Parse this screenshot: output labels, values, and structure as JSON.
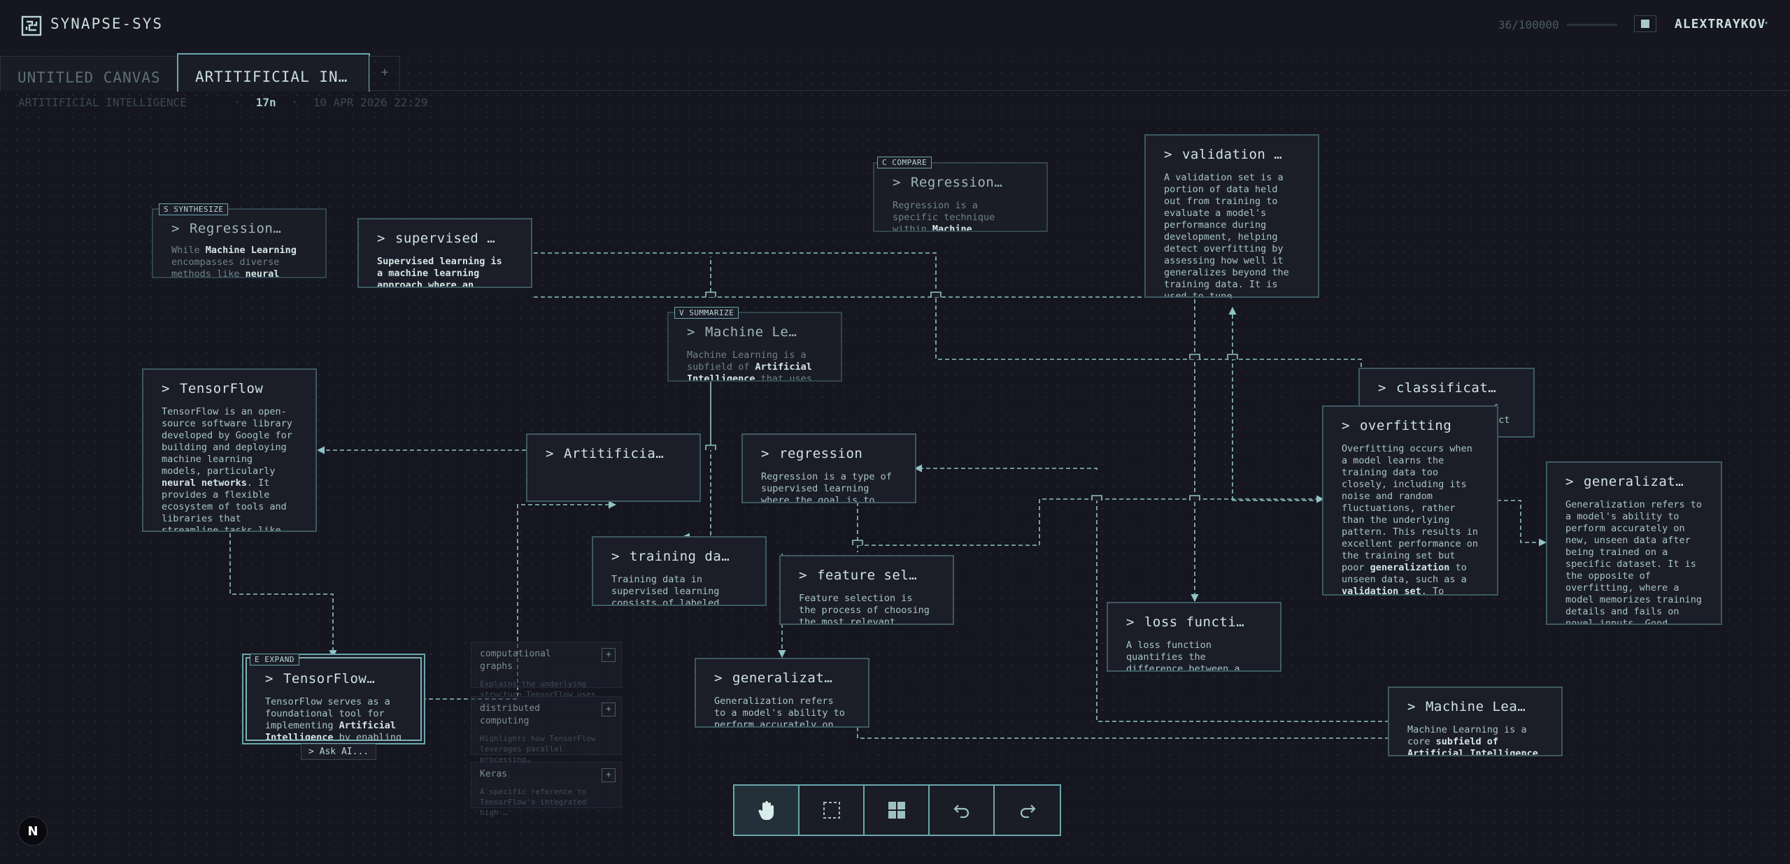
{
  "app": {
    "brand": "SYNAPSE-SYS",
    "counter": "36/100000",
    "user": "ALEXTRAYKOV",
    "user_caret": "▾"
  },
  "tabs": [
    {
      "label": "UNTITLED CANVAS",
      "active": false
    },
    {
      "label": "ARTITIFICIAL IN…",
      "active": true
    }
  ],
  "tab_add": "+",
  "meta": {
    "title": "ARTITIFICIAL INTELLIGENCE",
    "sep": "·",
    "count": "17n",
    "date": "10 APR 2026 22:29"
  },
  "chevron": ">",
  "nodes": {
    "regression_synth": {
      "badge": "S SYNTHESIZE",
      "title": "Regression…",
      "body": "While <b>Machine Learning</b> encompasses diverse methods like <b>neural networks</b> and"
    },
    "supervised": {
      "title": "supervised …",
      "body": "<b>Supervised learning is a machine learning approach where an algorithm learns</b>"
    },
    "regression_compare": {
      "badge": "C COMPARE",
      "title": "Regression…",
      "body": "Regression is a specific technique within <b>Machine Learning</b>, focusing on"
    },
    "validation": {
      "title": "validation …",
      "body": "A validation set is a portion of data held out from training to evaluate a model's performance during development, helping detect overfitting by assessing how well it generalizes beyond the training data. It is used to tune hyperparameters and make decisions about model selection without"
    },
    "machine_le": {
      "badge": "V SUMMARIZE",
      "title": "Machine Le…",
      "body": "Machine Learning is a subfield of <b>Artificial Intelligence</b> that uses"
    },
    "tensorflow": {
      "title": "TensorFlow",
      "body": "TensorFlow is an open-source software library developed by Google for building and deploying machine learning models, particularly <b>neural networks</b>. It provides a flexible ecosystem of tools and libraries that streamline tasks like data preprocessing, model training, and deployment"
    },
    "artificial": {
      "title": "Artitificia…",
      "body": ""
    },
    "regression": {
      "title": "regression",
      "body": "Regression is a type of supervised learning where the goal is to predict a"
    },
    "classification": {
      "title": "classificat…",
      "body": "of<br>dict"
    },
    "overfitting": {
      "title": "overfitting",
      "body": "Overfitting occurs when a model learns the training data too closely, including its noise and random fluctuations, rather than the underlying pattern. This results in excellent performance on the training set but poor <b>generalization</b> to unseen data, such as a <b>validation set</b>. To prevent overfitting, techniques like <b>regularization</b> and <b>cross-</b>"
    },
    "generalization_right": {
      "title": "generalizat…",
      "body": "Generalization refers to a model's ability to perform accurately on new, unseen data after being trained on a specific dataset. It is the opposite of overfitting, where a model memorizes training details and fails on novel inputs. Good generalization is achieved by learning the underlying"
    },
    "training_data": {
      "title": "training da…",
      "body": "Training data in supervised learning consists of labeled examples used to teach a"
    },
    "feature_sel": {
      "title": "feature sel…",
      "body": "Feature selection is the process of choosing the most relevant variables for a"
    },
    "loss_function": {
      "title": "loss functi…",
      "body": "A loss function quantifies the difference between a model's predictions and the"
    },
    "generalization_mid": {
      "title": "generalizat…",
      "body": "Generalization refers to a model's ability to perform accurately on new, unseen"
    },
    "tensorflow_expand": {
      "badge": "E EXPAND",
      "title": "TensorFlow…",
      "body": "TensorFlow serves as a foundational tool for implementing <b>Artificial Intelligence</b> by enabling"
    },
    "machine_lea_bottom": {
      "title": "Machine Lea…",
      "body": "Machine Learning is a core <b>subfield of Artificial Intelligence focused on</b>"
    }
  },
  "ask_ai": "> Ask AI...",
  "suggestions": [
    {
      "title": "computational graphs",
      "desc": "Explains the underlying structure TensorFlow uses to…",
      "plus": "+"
    },
    {
      "title": "distributed computing",
      "desc": "Highlights how TensorFlow leverages parallel processing…",
      "plus": "+"
    },
    {
      "title": "Keras",
      "desc": "A specific reference to TensorFlow's integrated high-…",
      "plus": "+"
    }
  ],
  "toolbar": [
    "hand-tool",
    "select-tool",
    "grid-tool",
    "undo-tool",
    "redo-tool"
  ],
  "n_button": "N",
  "colors": {
    "accent": "#6aa7ac",
    "background": "#15161f",
    "node": "#1b1d28",
    "edge": "#8fc3c6"
  }
}
